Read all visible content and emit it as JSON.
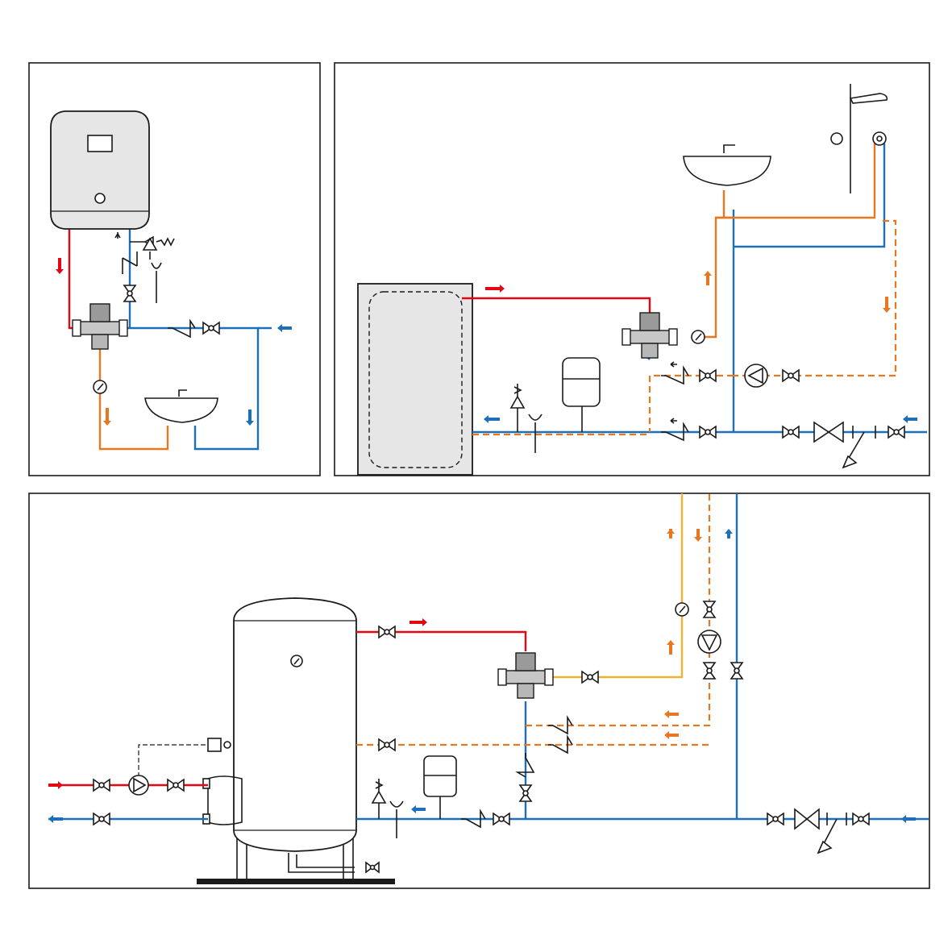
{
  "colors": {
    "hot": "#e30613",
    "cold": "#1d70b8",
    "mixed": "#e87722",
    "mixed_supply_alt": "#f2b234",
    "line": "#1a1a1a",
    "tank_fill": "#e6e6e6",
    "background": "#ffffff"
  },
  "panels": [
    {
      "id": "panel-top-left",
      "caption": ""
    },
    {
      "id": "panel-top-right",
      "caption": ""
    },
    {
      "id": "panel-bottom",
      "caption": ""
    }
  ],
  "icons": [
    "electric-water-heater-icon",
    "storage-tank-icon",
    "vertical-storage-cylinder-icon",
    "thermostatic-mixing-valve-icon",
    "isolation-valve-icon",
    "check-valve-icon",
    "pressure-reducing-valve-icon",
    "safety-valve-icon",
    "drain-funnel-icon",
    "thermometer-icon",
    "circulation-pump-icon",
    "expansion-vessel-icon",
    "washbasin-icon",
    "shower-icon",
    "flow-arrow-icon"
  ]
}
